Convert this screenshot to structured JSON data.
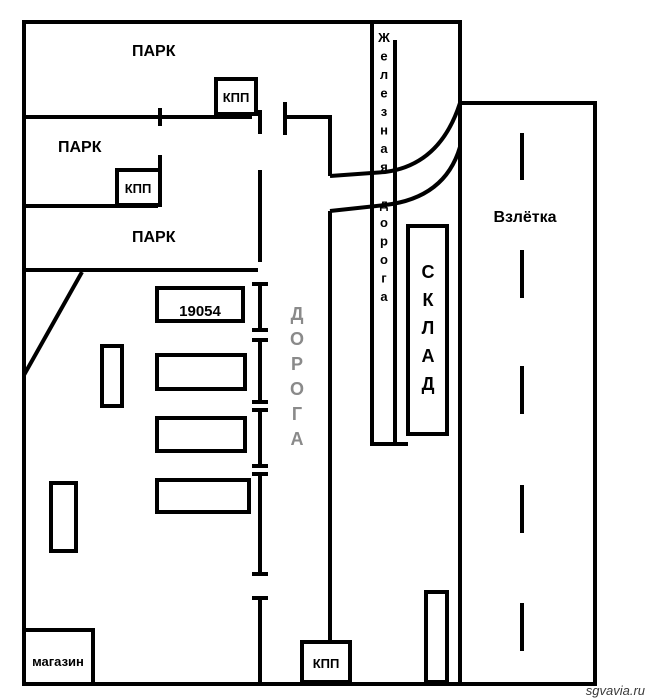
{
  "labels": {
    "park_top": "ПАРК",
    "park_mid": "ПАРК",
    "park_low": "ПАРК",
    "kpp_top": "КПП",
    "kpp_mid": "КПП",
    "kpp_bottom": "КПП",
    "building_number": "19054",
    "road": [
      "Д",
      "О",
      "Р",
      "О",
      "Г",
      "А"
    ],
    "railway": [
      "Ж",
      "е",
      "л",
      "е",
      "з",
      "н",
      "а",
      "я",
      " ",
      "д",
      "о",
      "р",
      "о",
      "г",
      "а"
    ],
    "warehouse": [
      "С",
      "К",
      "Л",
      "А",
      "Д"
    ],
    "runway": "Взлётка",
    "shop": "магазин",
    "watermark": "sgvavia.ru"
  },
  "colors": {
    "line": "#000000",
    "road_text": "#8a8a8a",
    "background": "#ffffff"
  }
}
